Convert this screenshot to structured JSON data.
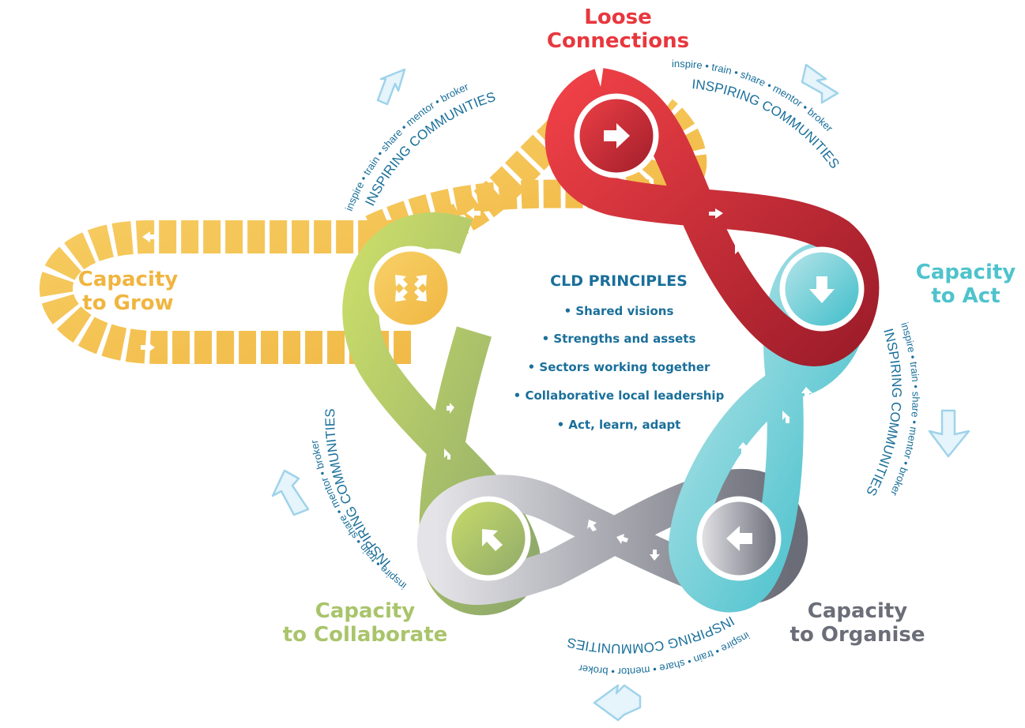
{
  "stages": {
    "loose_connections": {
      "line1": "Loose",
      "line2": "Connections",
      "color": "#e8373d"
    },
    "capacity_to_act": {
      "line1": "Capacity",
      "line2": "to Act",
      "color": "#4ec3cd"
    },
    "capacity_to_organise": {
      "line1": "Capacity",
      "line2": "to Organise",
      "color": "#6b6e78"
    },
    "capacity_to_collaborate": {
      "line1": "Capacity",
      "line2": "to Collaborate",
      "color": "#a9c46a"
    },
    "capacity_to_grow": {
      "line1": "Capacity",
      "line2": "to Grow",
      "color": "#f3c24a"
    }
  },
  "ring_text": {
    "small": "inspire • train • share • mentor • broker",
    "big": "INSPIRING COMMUNITIES"
  },
  "principles": {
    "title": "CLD PRINCIPLES",
    "items": [
      "• Shared visions",
      "• Strengths and assets",
      "• Sectors working together",
      "• Collaborative local leadership",
      "• Act, learn, adapt"
    ]
  },
  "colors": {
    "text_blue": "#1a6f9a",
    "arrow_outline": "#9fd3ea",
    "arrow_fill": "#e6f4fb"
  }
}
